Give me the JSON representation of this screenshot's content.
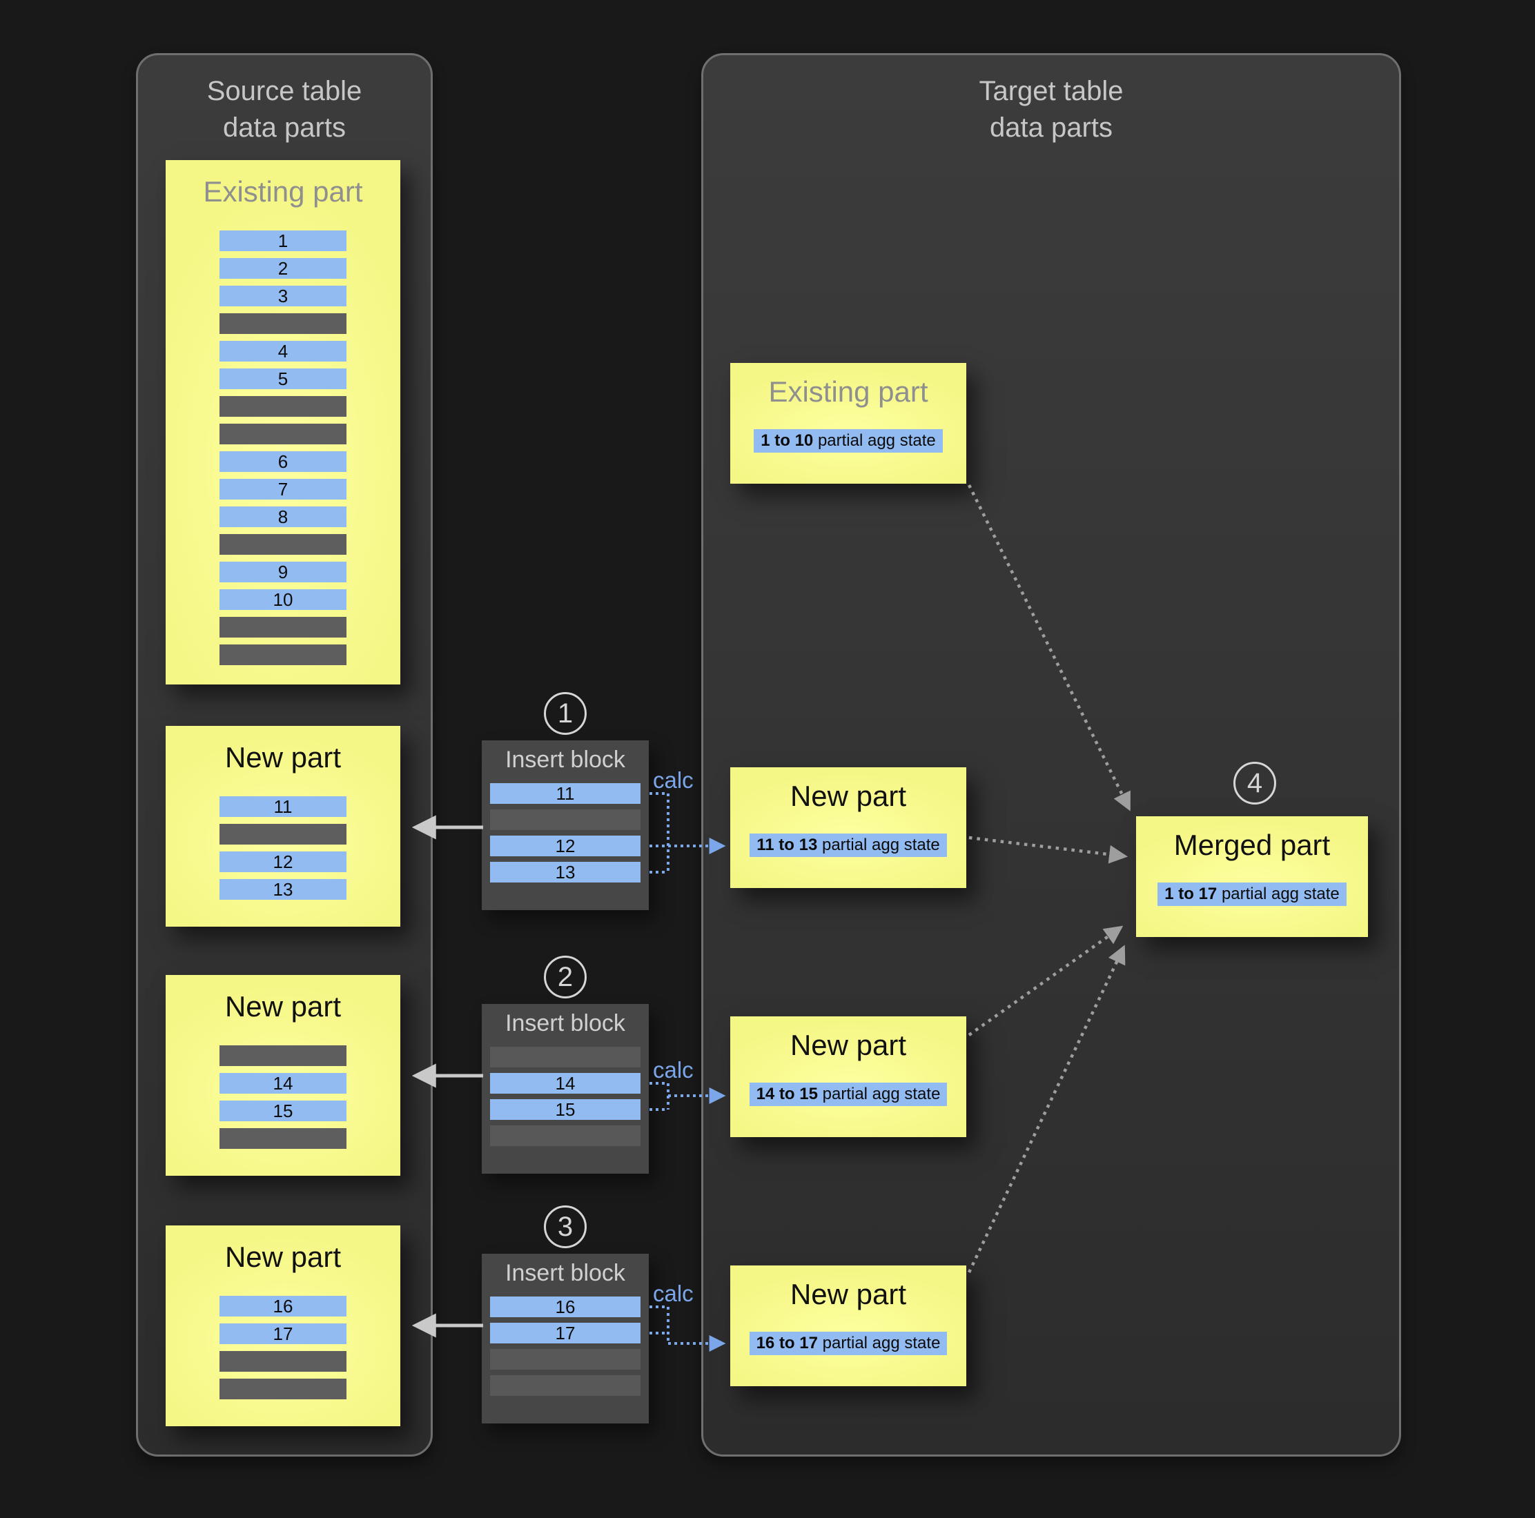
{
  "source_panel": {
    "title_line1": "Source table",
    "title_line2": "data parts",
    "existing_part": {
      "title": "Existing part",
      "rows": [
        "1",
        "2",
        "3",
        null,
        "4",
        "5",
        null,
        null,
        "6",
        "7",
        "8",
        null,
        "9",
        "10",
        null,
        null
      ]
    },
    "new_parts": [
      {
        "title": "New part",
        "rows": [
          "11",
          null,
          "12",
          "13"
        ]
      },
      {
        "title": "New part",
        "rows": [
          null,
          "14",
          "15",
          null
        ]
      },
      {
        "title": "New part",
        "rows": [
          "16",
          "17",
          null,
          null
        ]
      }
    ]
  },
  "insert_blocks": [
    {
      "step": "1",
      "title": "Insert block",
      "calc_label": "calc",
      "rows": [
        "11",
        null,
        "12",
        "13"
      ]
    },
    {
      "step": "2",
      "title": "Insert block",
      "calc_label": "calc",
      "rows": [
        null,
        "14",
        "15",
        null
      ]
    },
    {
      "step": "3",
      "title": "Insert block",
      "calc_label": "calc",
      "rows": [
        "16",
        "17",
        null,
        null
      ]
    }
  ],
  "target_panel": {
    "title_line1": "Target table",
    "title_line2": "data parts",
    "existing_part": {
      "title": "Existing part",
      "agg_range": "1 to 10",
      "agg_suffix": " partial agg state"
    },
    "new_parts": [
      {
        "title": "New part",
        "agg_range": "11 to 13",
        "agg_suffix": " partial agg state"
      },
      {
        "title": "New part",
        "agg_range": "14 to 15",
        "agg_suffix": " partial agg state"
      },
      {
        "title": "New part",
        "agg_range": "16 to 17",
        "agg_suffix": " partial agg state"
      }
    ],
    "merged_part": {
      "step": "4",
      "title": "Merged part",
      "agg_range": "1 to 17",
      "agg_suffix": " partial agg state"
    }
  },
  "colors": {
    "background": "#191919",
    "panel_fill": "#353535",
    "panel_border": "#6f6f6f",
    "part_yellow": "#f7f98d",
    "row_blue": "#92bbf2",
    "row_gray": "#5e5e5e",
    "insert_block_fill": "#474747",
    "calc_blue": "#7ba7ea",
    "dotted_gray": "#9e9e9e",
    "arrow_gray": "#c9c9c9",
    "title_gray": "#c7c7c7"
  }
}
